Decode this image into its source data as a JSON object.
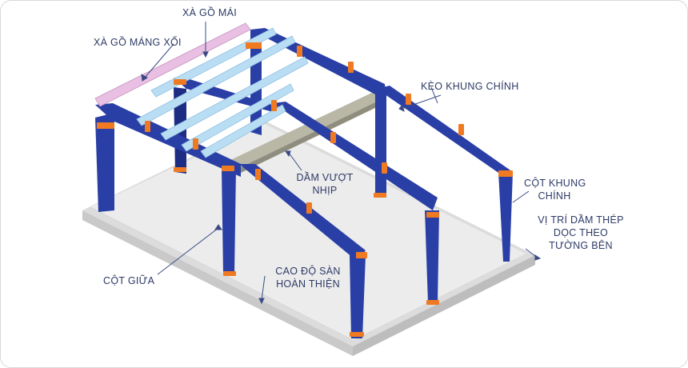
{
  "labels": {
    "roof_purlin": "XÀ GỒ MÁI",
    "gutter_purlin": "XÀ GỒ MÁNG XỐI",
    "main_rafter": "KÈO KHUNG CHÍNH",
    "main_column_1": "CỘT KHUNG",
    "main_column_2": "CHÍNH",
    "side_beam_1": "VỊ TRÍ DẦM THÉP",
    "side_beam_2": "DỌC THEO",
    "side_beam_3": "TƯỜNG BÊN",
    "span_beam_1": "DẦM VƯỢT",
    "span_beam_2": "NHỊP",
    "middle_column": "CỘT GIỮA",
    "floor_level_1": "CAO ĐỘ SÀN",
    "floor_level_2": "HOÀN THIỆN"
  },
  "colors": {
    "steel": "#2a3fa6",
    "steel_dark": "#1d2d84",
    "connection": "#f07a22",
    "purlin": "#b9def4",
    "gutter": "#e9bfe3",
    "slab_top": "#ececec",
    "beam": "#b9b7a6",
    "leader": "#3a4a86"
  }
}
